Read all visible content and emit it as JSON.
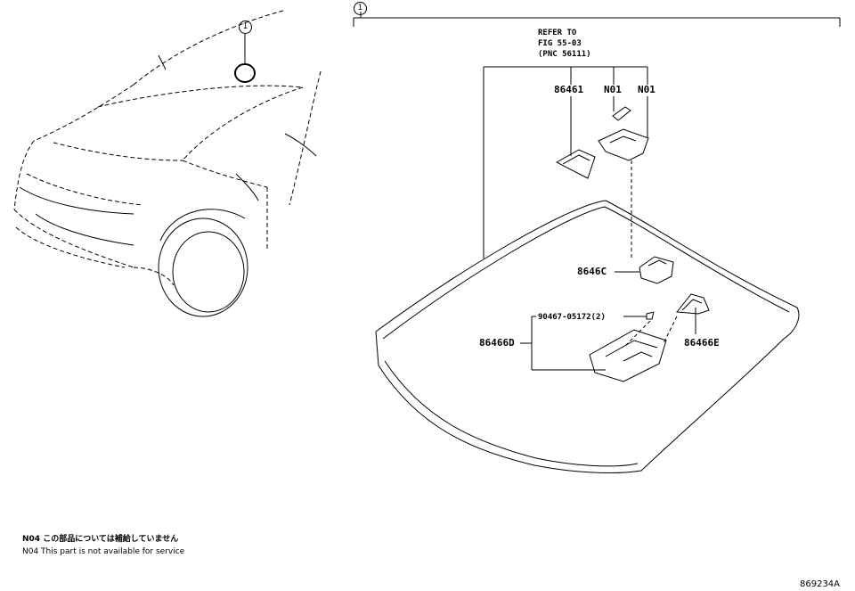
{
  "callout_marker": "1",
  "refer_to": {
    "line1": "REFER TO",
    "line2": "FIG 55-03",
    "line3": "(PNC 56111)"
  },
  "parts": {
    "p86461": "86461",
    "n01_a": "N01",
    "n01_b": "N01",
    "p8646c": "8646C",
    "p90467": "90467-05172(2)",
    "p86466d": "86466D",
    "p86466e": "86466E"
  },
  "notes": {
    "jp": "N04 この部品については補給していません",
    "en": "N04  This part is not available for service"
  },
  "figure_id": "869234A"
}
